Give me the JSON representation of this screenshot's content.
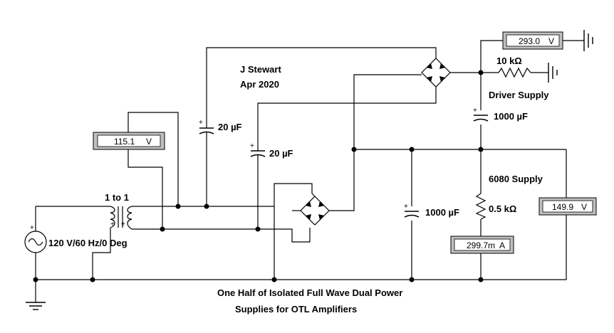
{
  "annotations": {
    "author": "J Stewart",
    "date": "Apr 2020",
    "ratio": "1 to 1",
    "source": "120 V/60 Hz/0 Deg",
    "driver_supply": "Driver Supply",
    "supply_6080": "6080 Supply",
    "caption_line1": "One Half of Isolated Full Wave Dual Power",
    "caption_line2": "Supplies for OTL Amplifiers"
  },
  "components": {
    "cap_top": "20 µF",
    "cap_mid": "20 µF",
    "cap_driver": "1000 µF",
    "cap_bottom": "1000 µF",
    "res_driver": "10 kΩ",
    "res_load": "0.5 kΩ"
  },
  "meters": {
    "input_value": "115.1",
    "input_unit": "V",
    "driver_value": "293.0",
    "driver_unit": "V",
    "supply_value": "149.9",
    "supply_unit": "V",
    "current_value": "299.7m",
    "current_unit": "A"
  },
  "polarity": {
    "plus": "+",
    "minus": "-"
  }
}
